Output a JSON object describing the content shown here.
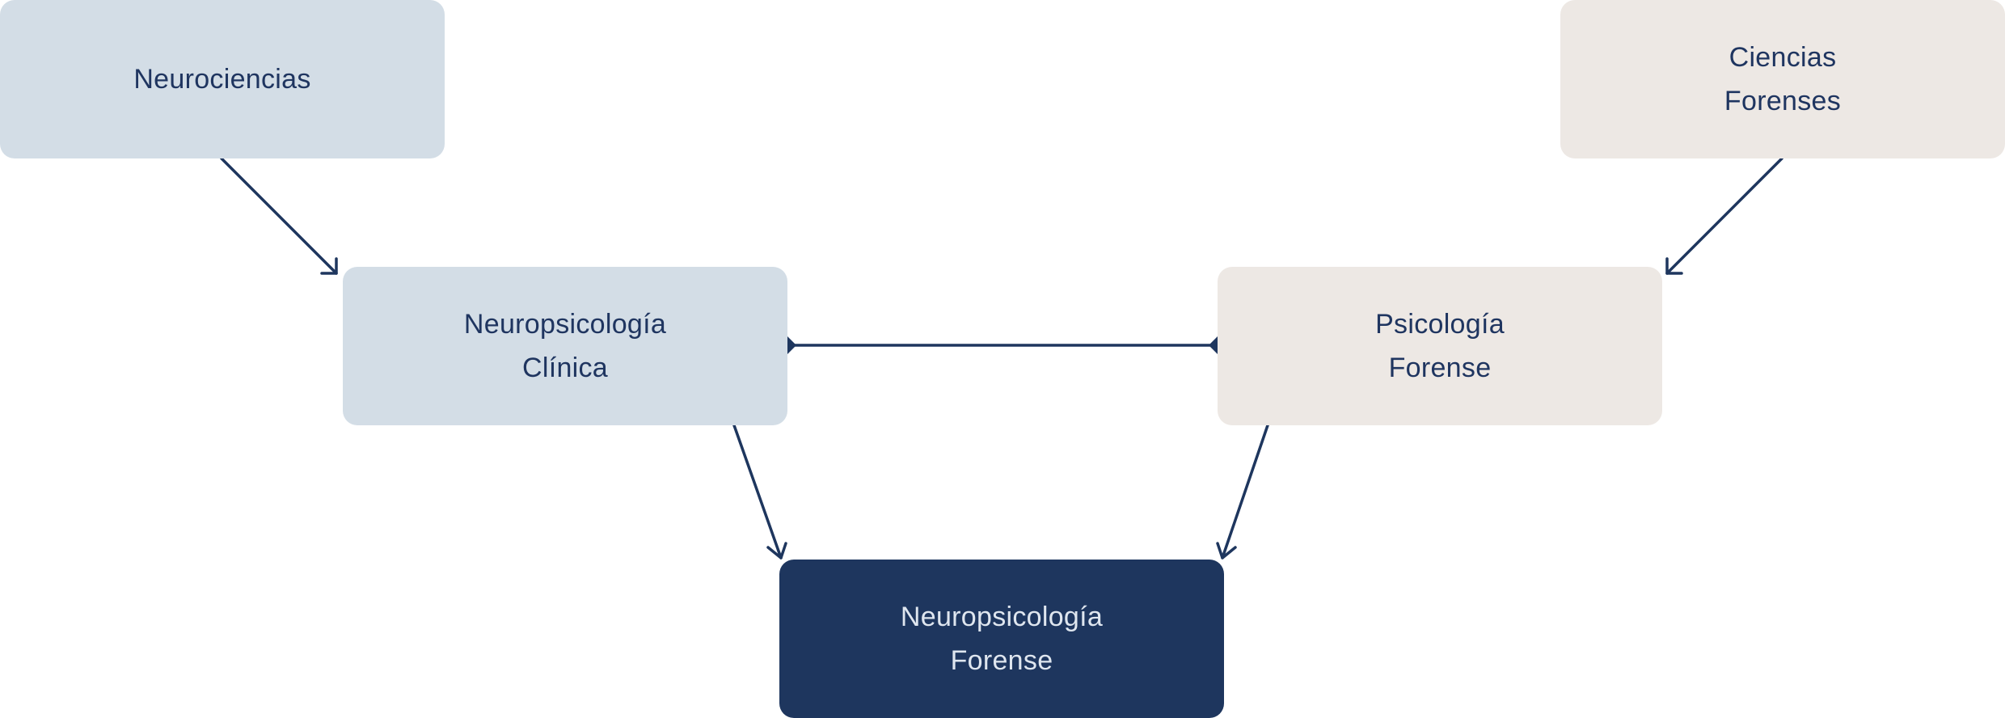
{
  "diagram": {
    "colors": {
      "blue_box": "#d3dde6",
      "beige_box": "#ede8e4",
      "dark_box": "#1e365e",
      "dark_text": "#1f3560",
      "light_text": "#dfe6ef",
      "connector": "#1e365e"
    },
    "nodes": {
      "neurociencias": {
        "lines": [
          "Neurociencias"
        ]
      },
      "ciencias_forenses": {
        "lines": [
          "Ciencias",
          "Forenses"
        ]
      },
      "neuropsicologia_clinica": {
        "lines": [
          "Neuropsicología",
          "Clínica"
        ]
      },
      "psicologia_forense": {
        "lines": [
          "Psicología",
          "Forense"
        ]
      },
      "neuropsicologia_forense": {
        "lines": [
          "Neuropsicología",
          "Forense"
        ]
      }
    },
    "edges": [
      {
        "from": "Neurociencias",
        "to": "Neuropsicología Clínica",
        "style": "arrow"
      },
      {
        "from": "Ciencias Forenses",
        "to": "Psicología Forense",
        "style": "arrow"
      },
      {
        "from": "Neuropsicología Clínica",
        "to": "Psicología Forense",
        "style": "diamond-both-ends"
      },
      {
        "from": "Neuropsicología Clínica",
        "to": "Neuropsicología Forense",
        "style": "arrow"
      },
      {
        "from": "Psicología Forense",
        "to": "Neuropsicología Forense",
        "style": "arrow"
      }
    ]
  }
}
